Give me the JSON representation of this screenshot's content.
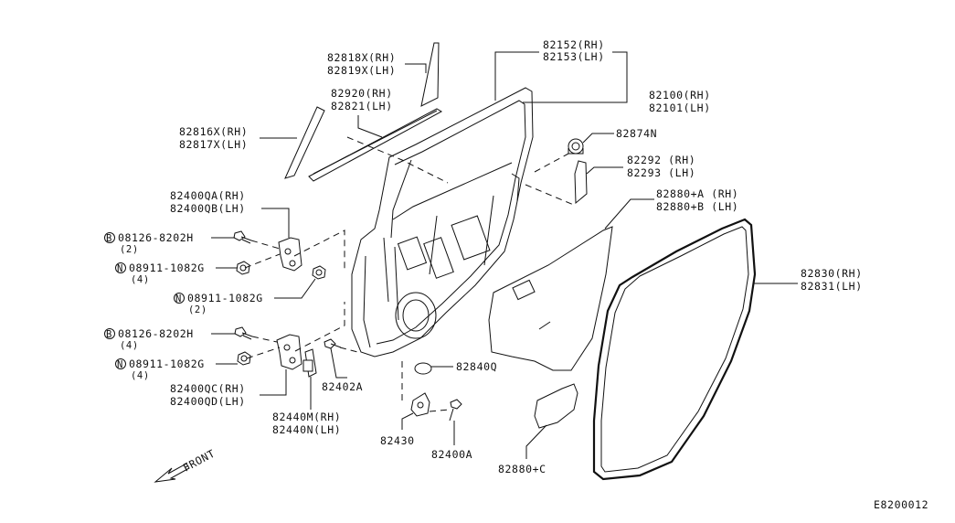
{
  "labels": {
    "p82818": "82818X(RH)",
    "p82819": "82819X(LH)",
    "p82152": "82152(RH)",
    "p82153": "82153(LH)",
    "p82920": "82920(RH)",
    "p82821": "82821(LH)",
    "p82100": "82100(RH)",
    "p82101": "82101(LH)",
    "p82816": "82816X(RH)",
    "p82817": "82817X(LH)",
    "p82874": "82874N",
    "p82292": "82292 (RH)",
    "p82293": "82293 (LH)",
    "p82880a": "82880+A (RH)",
    "p82880b": "82880+B (LH)",
    "p82400qa": "82400QA(RH)",
    "p82400qb": "82400QB(LH)",
    "bolt1": "08126-8202H",
    "bolt1_qty": "(2)",
    "nut1": "08911-1082G",
    "nut1_qty": "(4)",
    "nut2": "08911-1082G",
    "nut2_qty": "(2)",
    "bolt2": "08126-8202H",
    "bolt2_qty": "(4)",
    "nut3": "08911-1082G",
    "nut3_qty": "(4)",
    "p82830": "82830(RH)",
    "p82831": "82831(LH)",
    "p82840q": "82840Q",
    "p82402a": "82402A",
    "p82400qc": "82400QC(RH)",
    "p82400qd": "82400QD(LH)",
    "p82440m": "82440M(RH)",
    "p82440n": "82440N(LH)",
    "p82430": "82430",
    "p82400a": "82400A",
    "p82880c": "82880+C",
    "front": "FRONT",
    "diagram_id": "E8200012",
    "mark_b": "B",
    "mark_n": "N"
  }
}
